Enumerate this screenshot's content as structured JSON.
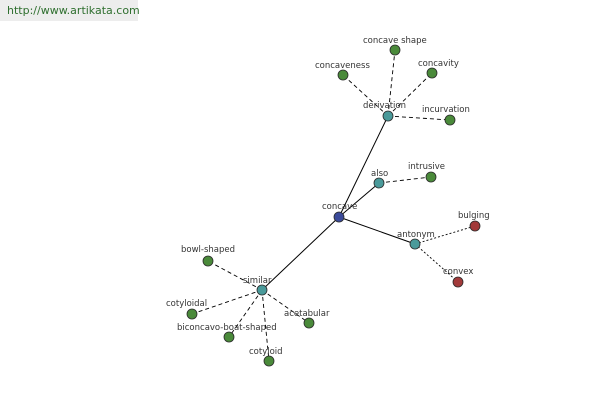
{
  "header": {
    "url": "http://www.artikata.com"
  },
  "colors": {
    "center": "#3a4a9a",
    "relation": "#4a9a9a",
    "synonym": "#4a8a3a",
    "antonym": "#a23a3a",
    "edge": "#000000",
    "link": "#000000"
  },
  "graph": {
    "center": {
      "label": "concave"
    },
    "hubs": {
      "derivation": {
        "label": "derivation"
      },
      "also": {
        "label": "also"
      },
      "antonym": {
        "label": "antonym"
      },
      "similar": {
        "label": "similar"
      }
    },
    "leaves": {
      "concave_shape": {
        "label": "concave shape",
        "group": "synonym"
      },
      "concavity": {
        "label": "concavity",
        "group": "synonym"
      },
      "concaveness": {
        "label": "concaveness",
        "group": "synonym"
      },
      "incurvation": {
        "label": "incurvation",
        "group": "synonym"
      },
      "intrusive": {
        "label": "intrusive",
        "group": "synonym"
      },
      "bulging": {
        "label": "bulging",
        "group": "antonym"
      },
      "convex": {
        "label": "convex",
        "group": "antonym"
      },
      "bowl_shaped": {
        "label": "bowl-shaped",
        "group": "synonym"
      },
      "cotyloidal": {
        "label": "cotyloidal",
        "group": "synonym"
      },
      "acetabular": {
        "label": "acetabular",
        "group": "synonym"
      },
      "biconcavo": {
        "label": "biconcavo-boat-shaped",
        "group": "synonym"
      },
      "cotyloid": {
        "label": "cotyloid",
        "group": "synonym"
      }
    },
    "edges": [
      {
        "from": "center",
        "to": "derivation",
        "style": "solid"
      },
      {
        "from": "center",
        "to": "also",
        "style": "solid"
      },
      {
        "from": "center",
        "to": "antonym",
        "style": "solid"
      },
      {
        "from": "center",
        "to": "similar",
        "style": "solid"
      },
      {
        "from": "derivation",
        "to": "concave_shape",
        "style": "dashed"
      },
      {
        "from": "derivation",
        "to": "concavity",
        "style": "dashed"
      },
      {
        "from": "derivation",
        "to": "concaveness",
        "style": "dashed"
      },
      {
        "from": "derivation",
        "to": "incurvation",
        "style": "dashed"
      },
      {
        "from": "also",
        "to": "intrusive",
        "style": "dashed"
      },
      {
        "from": "antonym",
        "to": "bulging",
        "style": "dotted"
      },
      {
        "from": "antonym",
        "to": "convex",
        "style": "dotted"
      },
      {
        "from": "similar",
        "to": "bowl_shaped",
        "style": "dashed"
      },
      {
        "from": "similar",
        "to": "cotyloidal",
        "style": "dashed"
      },
      {
        "from": "similar",
        "to": "acetabular",
        "style": "dashed"
      },
      {
        "from": "similar",
        "to": "biconcavo",
        "style": "dashed"
      },
      {
        "from": "similar",
        "to": "cotyloid",
        "style": "dashed"
      }
    ]
  }
}
